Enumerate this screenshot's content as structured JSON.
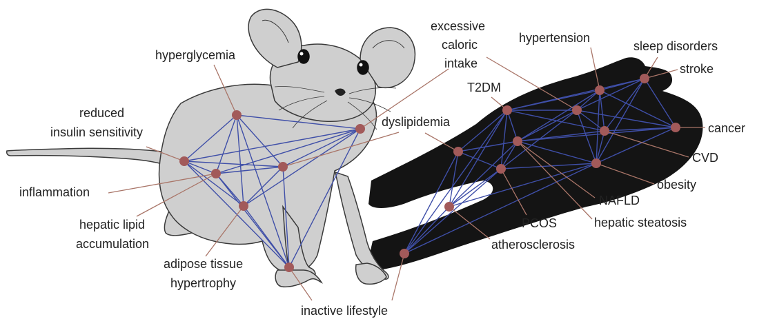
{
  "colors": {
    "mouse_fill": "#cfcfcf",
    "mouse_outline": "#3a3a3a",
    "shadow": "#141414",
    "edge": "#3f4fa8",
    "node": "#a25a5a",
    "leader": "#a97568",
    "text": "#222222"
  },
  "mouse_network": {
    "labels": {
      "hyperglycemia": "hyperglycemia",
      "insulin_1": "reduced",
      "insulin_2": "insulin sensitivity",
      "inflammation": "inflammation",
      "hepatic_lipid_1": "hepatic lipid",
      "hepatic_lipid_2": "accumulation",
      "adipose_1": "adipose tissue",
      "adipose_2": "hypertrophy",
      "inactive": "inactive lifestyle",
      "caloric_1": "excessive",
      "caloric_2": "caloric",
      "caloric_3": "intake",
      "dyslipidemia": "dyslipidemia"
    }
  },
  "human_network": {
    "labels": {
      "hypertension": "hypertension",
      "sleep": "sleep disorders",
      "stroke": "stroke",
      "t2dm": "T2DM",
      "cancer": "cancer",
      "cvd": "CVD",
      "obesity": "obesity",
      "nafld": "NAFLD",
      "pcos": "PCOS",
      "steatosis": "hepatic steatosis",
      "atherosclerosis": "atherosclerosis"
    }
  }
}
